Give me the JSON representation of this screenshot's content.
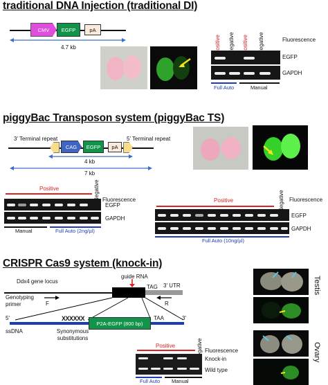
{
  "section1": {
    "title": "traditional DNA Injection (traditional DI)",
    "construct": {
      "cmv": "CMV",
      "egfp": "EGFP",
      "pa": "pA",
      "size": "4.7 kb"
    },
    "gel_cols": [
      "Positive",
      "Negative",
      "Positive",
      "Negative"
    ],
    "fluorescence_label": "Fluorescence",
    "rows": [
      "EGFP",
      "GAPDH"
    ],
    "groups": [
      "Full Auto",
      "Manual"
    ]
  },
  "section2": {
    "title": "piggyBac Transposon system (piggyBac TS)",
    "construct": {
      "left_repeat": "3' Terminal repeat",
      "right_repeat": "5' Terminal repeat",
      "cag": "CAG",
      "egfp": "EGFP",
      "pa": "pA",
      "size1": "4 kb",
      "size2": "7 kb"
    },
    "gel1": {
      "positive": "Positive",
      "negative": "Negative",
      "fluorescence": "Fluorescence",
      "rows": [
        "EGFP",
        "GAPDH"
      ],
      "groups": [
        "Manual",
        "Full Auto (2ng/µl)"
      ]
    },
    "gel2": {
      "positive": "Positive",
      "negative": "Negative",
      "fluorescence": "Fluorescence",
      "rows": [
        "EGFP",
        "GAPDH"
      ],
      "group": "Full Auto (10ng/µl)"
    }
  },
  "section3": {
    "title": "CRISPR Cas9 system (knock-in)",
    "locus": "Ddx4 gene locus",
    "guide": "guide RNA",
    "tag": "TAG",
    "utr": "3' UTR",
    "primer": "Genotyping primer",
    "f": "F",
    "r": "R",
    "five": "5'",
    "three": "3'",
    "ssdna": "ssDNA",
    "xs": "XXXXXX",
    "syn": "Synonymous substitutions",
    "p2a": "P2A-EGFP (800 bp)",
    "taa": "TAA",
    "gel": {
      "positive": "Positive",
      "negative": "Negative",
      "fluorescence": "Fluorescence",
      "rows": [
        "Knock-in",
        "Wild type"
      ],
      "groups": [
        "Full Auto",
        "Manual"
      ]
    },
    "tissues": [
      "Testis",
      "Ovary"
    ]
  }
}
